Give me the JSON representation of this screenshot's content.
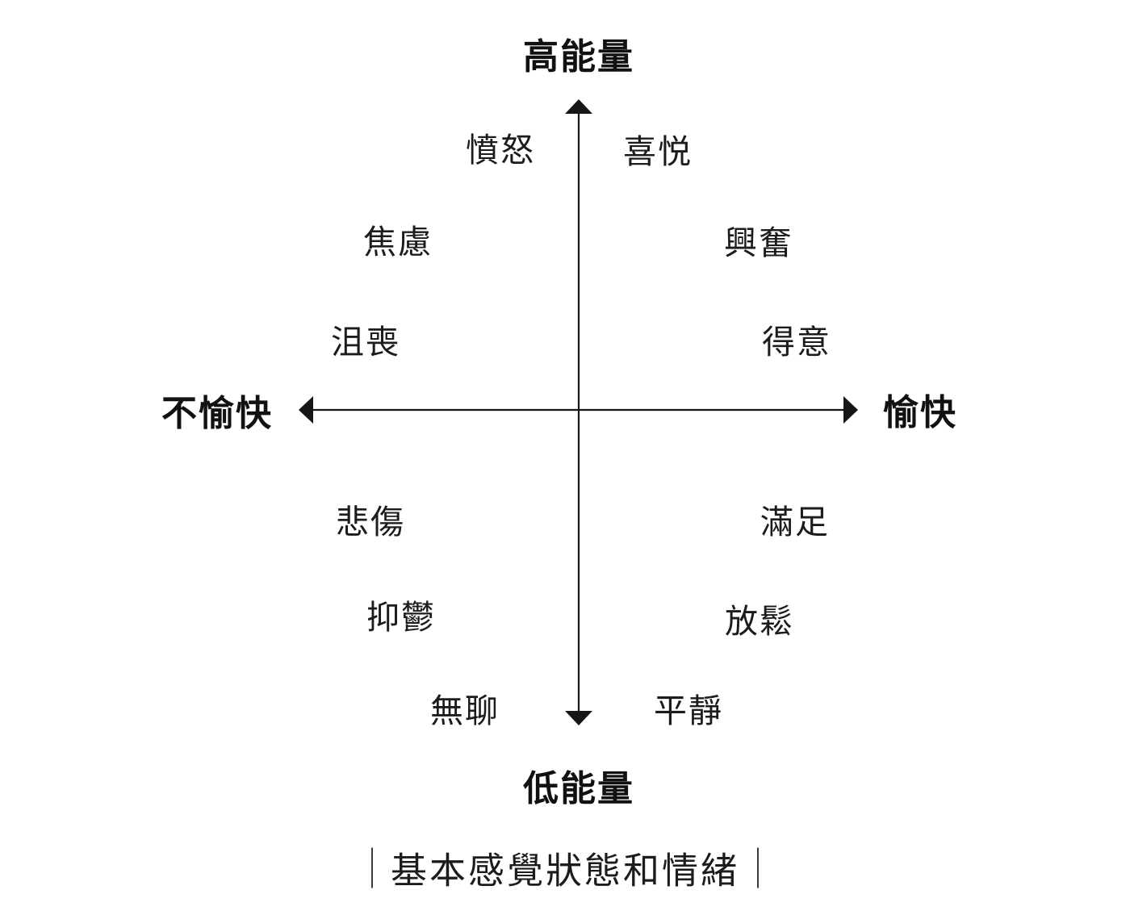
{
  "diagram": {
    "caption": "基本感覺狀態和情緒",
    "axes": {
      "top": "高能量",
      "bottom": "低能量",
      "left": "不愉快",
      "right": "愉快"
    },
    "quadrants": {
      "top_left": [
        "憤怒",
        "焦慮",
        "沮喪"
      ],
      "top_right": [
        "喜悦",
        "興奮",
        "得意"
      ],
      "bottom_left": [
        "悲傷",
        "抑鬱",
        "無聊"
      ],
      "bottom_right": [
        "滿足",
        "放鬆",
        "平靜"
      ]
    },
    "colors": {
      "ink": "#111111",
      "background": "#ffffff"
    }
  }
}
